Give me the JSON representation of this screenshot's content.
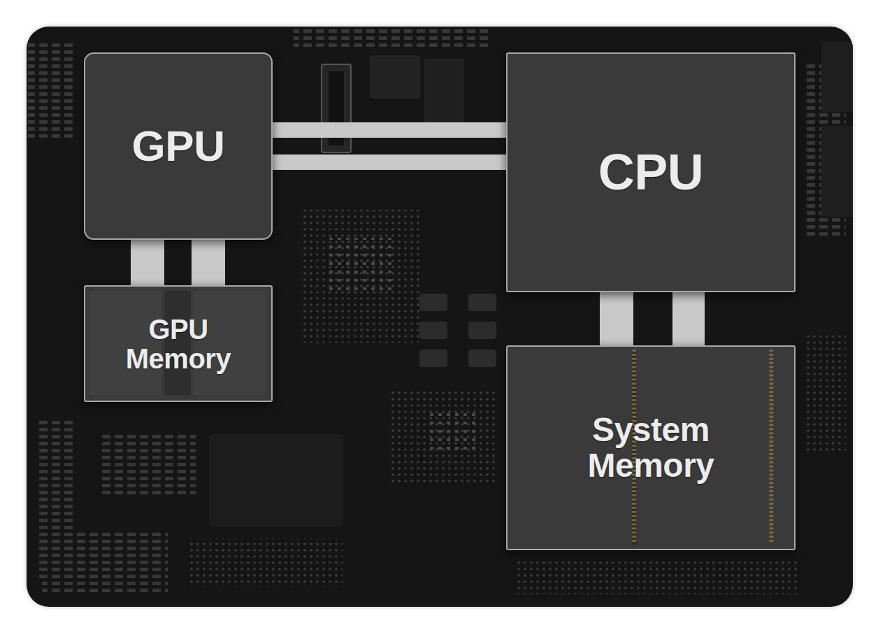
{
  "diagram": {
    "nodes": [
      {
        "text": [
          "GPU"
        ]
      },
      {
        "text": [
          "GPU Memory"
        ]
      },
      {
        "text": [
          "CPU"
        ]
      },
      {
        "text": [
          "System Memory"
        ]
      }
    ],
    "edges": [
      {
        "from": 0,
        "to": 2,
        "arrow": "none"
      },
      {
        "from": 0,
        "to": 2,
        "arrow": "none"
      },
      {
        "from": 0,
        "to": 1,
        "arrow": "none"
      },
      {
        "from": 0,
        "to": 1,
        "arrow": "none"
      },
      {
        "from": 2,
        "to": 3,
        "arrow": "none"
      },
      {
        "from": 2,
        "to": 3,
        "arrow": "none"
      }
    ]
  }
}
